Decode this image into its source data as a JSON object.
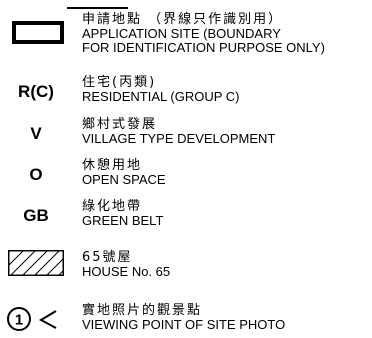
{
  "legend": {
    "items": [
      {
        "symbol": "box",
        "zh": "申請地點 （界線只作識別用）",
        "en": [
          "APPLICATION SITE (BOUNDARY",
          "FOR IDENTIFICATION PURPOSE ONLY)"
        ]
      },
      {
        "symbol": "text",
        "code": "R(C)",
        "zh": "住宅(丙類)",
        "en": [
          "RESIDENTIAL (GROUP C)"
        ]
      },
      {
        "symbol": "text",
        "code": "V",
        "zh": "鄉村式發展",
        "en": [
          "VILLAGE TYPE DEVELOPMENT"
        ]
      },
      {
        "symbol": "text",
        "code": "O",
        "zh": "休憩用地",
        "en": [
          "OPEN SPACE"
        ]
      },
      {
        "symbol": "text",
        "code": "GB",
        "zh": "綠化地帶",
        "en": [
          "GREEN BELT"
        ]
      },
      {
        "symbol": "hatch",
        "zh": "65號屋",
        "en": [
          "HOUSE No. 65"
        ]
      },
      {
        "symbol": "viewpoint",
        "viewpoint_number": "1",
        "zh": "實地照片的觀景點",
        "en": [
          "VIEWING POINT OF SITE PHOTO"
        ]
      }
    ]
  }
}
